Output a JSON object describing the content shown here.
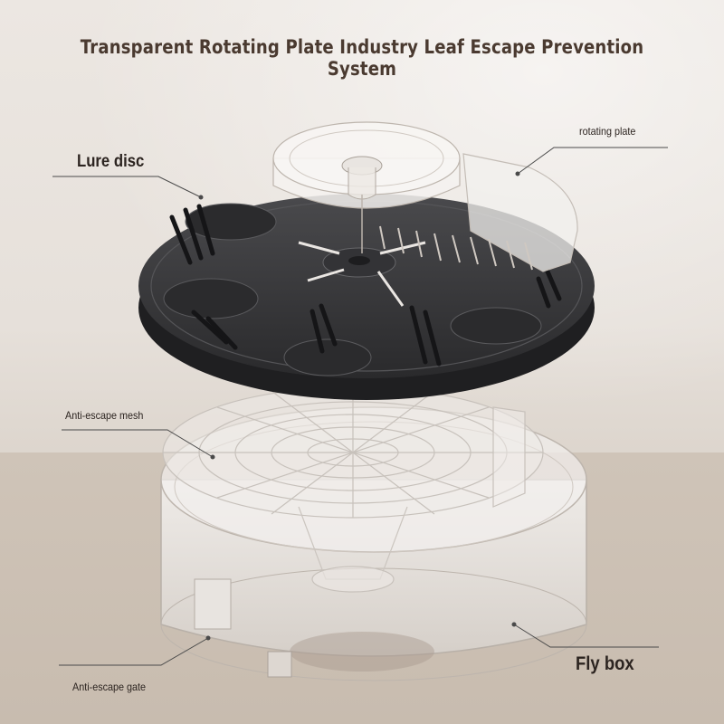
{
  "title": "Transparent Rotating Plate Industry Leaf Escape Prevention System",
  "labels": {
    "lure_disc": "Lure disc",
    "rotating_plate": "rotating plate",
    "anti_escape_mesh": "Anti-escape mesh",
    "anti_escape_gate": "Anti-escape gate",
    "fly_box": "Fly box"
  },
  "colors": {
    "lure_disc": "#3a3a3c",
    "callout_line": "#4a4a4a"
  }
}
